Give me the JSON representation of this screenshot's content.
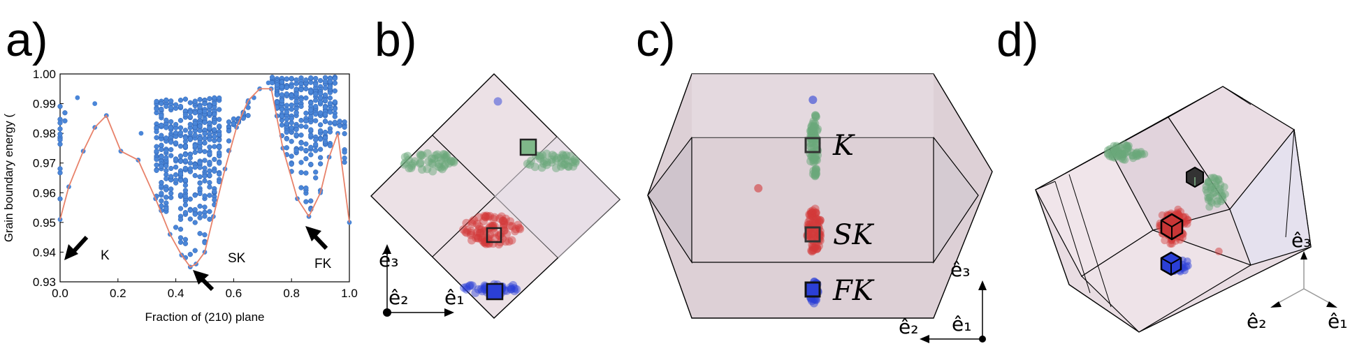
{
  "panels": {
    "a": {
      "label": "a)"
    },
    "b": {
      "label": "b)"
    },
    "c": {
      "label": "c)"
    },
    "d": {
      "label": "d)"
    }
  },
  "chart_data": {
    "type": "scatter",
    "ylabel": "Grain boundary energy (",
    "xlabel": "Fraction of (210) plane",
    "xlim": [
      0.0,
      1.0
    ],
    "ylim": [
      0.93,
      1.0
    ],
    "x_ticks": [
      "0.0",
      "0.2",
      "0.4",
      "0.6",
      "0.8",
      "1.0"
    ],
    "y_ticks": [
      "0.93",
      "0.94",
      "0.95",
      "0.96",
      "0.97",
      "0.98",
      "0.99",
      "1.00"
    ],
    "lower_envelope": {
      "x": [
        0.0,
        0.03,
        0.08,
        0.12,
        0.16,
        0.21,
        0.27,
        0.33,
        0.38,
        0.42,
        0.45,
        0.47,
        0.5,
        0.53,
        0.57,
        0.61,
        0.65,
        0.69,
        0.73,
        0.77,
        0.82,
        0.86,
        0.9,
        0.93,
        0.96,
        1.0
      ],
      "y": [
        0.951,
        0.962,
        0.974,
        0.982,
        0.986,
        0.974,
        0.971,
        0.958,
        0.946,
        0.939,
        0.935,
        0.936,
        0.94,
        0.952,
        0.968,
        0.982,
        0.991,
        0.995,
        0.995,
        0.975,
        0.958,
        0.952,
        0.96,
        0.972,
        0.98,
        0.95
      ]
    },
    "annotations": [
      {
        "text": "K",
        "x": 0.0,
        "y": 0.951
      },
      {
        "text": "SK",
        "x": 0.47,
        "y": 0.936
      },
      {
        "text": "FK",
        "x": 0.86,
        "y": 0.952
      }
    ],
    "point_color": "#4a86d8",
    "line_color": "#e8826a"
  },
  "panel_b": {
    "e3": "ê₃",
    "e2": "ê₂",
    "e1": "ê₁"
  },
  "panel_c": {
    "labels": [
      "K",
      "SK",
      "FK"
    ],
    "e3": "ê₃",
    "e2": "ê₂",
    "e1": "ê₁"
  },
  "panel_d": {
    "e3": "ê₃",
    "e2": "ê₂",
    "e1": "ê₁"
  },
  "colors": {
    "green": "#6aa87a",
    "red": "#d23a3a",
    "blue": "#2b3fd6"
  }
}
